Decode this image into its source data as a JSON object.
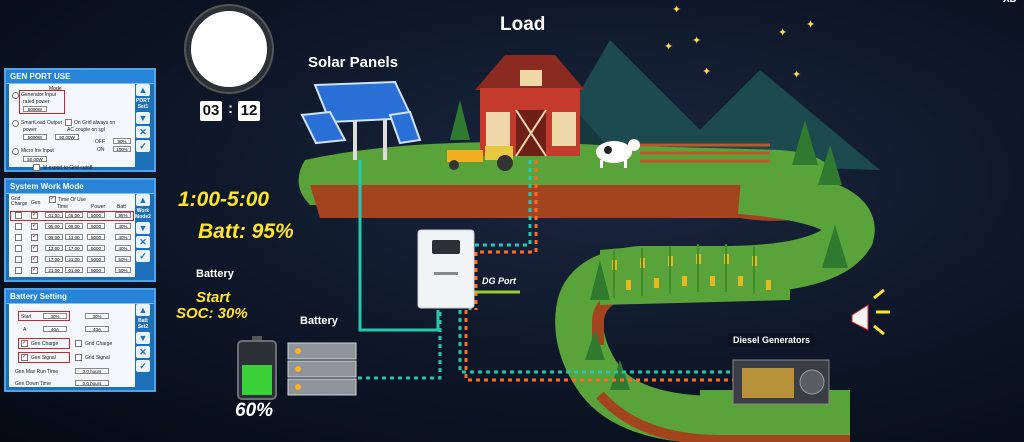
{
  "scene": {
    "load_label": "Load",
    "solar_label": "Solar Panels",
    "battery_label_1": "Battery",
    "battery_label_2": "Battery",
    "dg_port_label": "DG Port",
    "diesel_label": "Diesel Generators",
    "time_range": "1:00-5:00",
    "batt_text": "Batt: 95%",
    "start_label": "Start",
    "soc_text": "SOC: 30%",
    "battery_percent": "60%",
    "battery_level": 0.6,
    "clock_hour": "03",
    "clock_minute": "12",
    "clock_sep": ":",
    "corner_text": "XD"
  },
  "gen_port": {
    "title": "GEN PORT USE",
    "mode_label": "Mode",
    "opt1": "Generator Input",
    "opt1_sub": "rated power",
    "opt1_value": "8000W",
    "opt2": "SmartLoad Output",
    "opt2_sub": "power",
    "opt2_check": "On Grid always on",
    "opt2_check_sub": "AC couple on sgl",
    "opt2_v1": "5000W",
    "opt2_v2": "90.00W",
    "off_label": "OFF",
    "off_value": "90%",
    "on_label": "ON",
    "on_value": "100%",
    "opt3": "Micro Inv Input",
    "opt3_v": "50.00W",
    "opt3_check": "M export to Grid cutoff",
    "side_label": "PORT Set1"
  },
  "work_mode": {
    "title": "System Work Mode",
    "col_grid": "Grid Charge",
    "col_gen": "Gen",
    "col_tou": "Time Of Use",
    "col_time": "Time",
    "col_power": "Power",
    "col_batt": "Batt",
    "rows": [
      {
        "time": "01:00",
        "end": "05:00",
        "power": "5000",
        "batt": "95%"
      },
      {
        "time": "05:00",
        "end": "09:00",
        "power": "5000",
        "batt": "40%"
      },
      {
        "time": "09:00",
        "end": "13:00",
        "power": "5000",
        "batt": "40%"
      },
      {
        "time": "13:00",
        "end": "17:00",
        "power": "5000",
        "batt": "40%"
      },
      {
        "time": "17:00",
        "end": "21:00",
        "power": "5000",
        "batt": "50%"
      },
      {
        "time": "21:00",
        "end": "01:00",
        "power": "5000",
        "batt": "50%"
      }
    ],
    "side_label": "Work Mode2"
  },
  "battery_setting": {
    "title": "Battery Setting",
    "start_label": "Start",
    "start_v1": "30%",
    "start_v2": "30%",
    "a_label": "A",
    "a_v1": "40A",
    "a_v2": "40A",
    "gen_charge": "Gen Charge",
    "grid_charge": "Grid Charge",
    "gen_signal": "Gen Signal",
    "grid_signal": "Grid Signal",
    "max_run_label": "Gen Max Run Time",
    "max_run_value": "0.0 hours",
    "down_label": "Gen Down Time",
    "down_value": "0.0 hours",
    "side_label": "Batt Set2"
  },
  "colors": {
    "accent_yellow": "#ffe52a",
    "panel_blue": "#1d6fb8",
    "wire_teal": "#22c8b0",
    "wire_orange": "#ff6a2a",
    "grass": "#5aa33a",
    "soil": "#a2441e"
  }
}
